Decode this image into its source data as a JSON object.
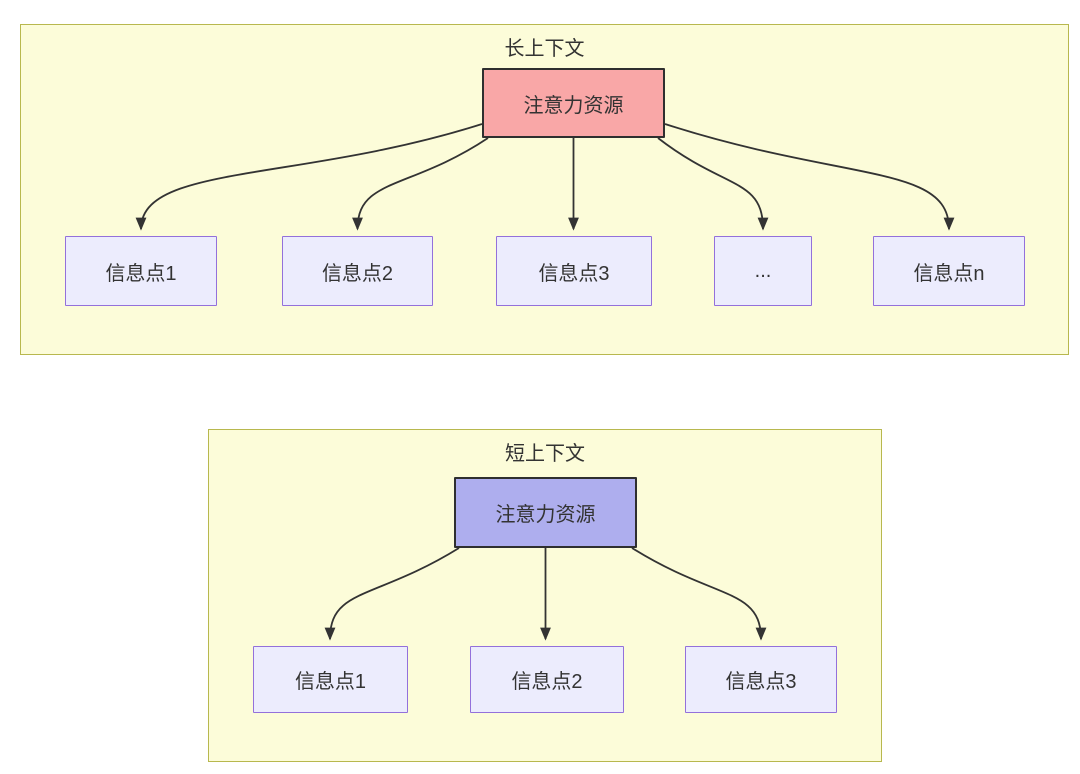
{
  "diagram": {
    "groups": [
      {
        "title": "长上下文",
        "source_label": "注意力资源",
        "source_fill": "#f9a7a7",
        "targets": [
          "信息点1",
          "信息点2",
          "信息点3",
          "...",
          "信息点n"
        ]
      },
      {
        "title": "短上下文",
        "source_label": "注意力资源",
        "source_fill": "#aeaeee",
        "targets": [
          "信息点1",
          "信息点2",
          "信息点3"
        ]
      }
    ],
    "colors": {
      "group_fill": "#fcfcd9",
      "group_border": "#b8b84e",
      "target_fill": "#ececfd",
      "target_border": "#9370db",
      "node_border": "#2f2f2f",
      "arrow": "#333333",
      "text": "#333333",
      "page_background": "#ffffff"
    }
  }
}
